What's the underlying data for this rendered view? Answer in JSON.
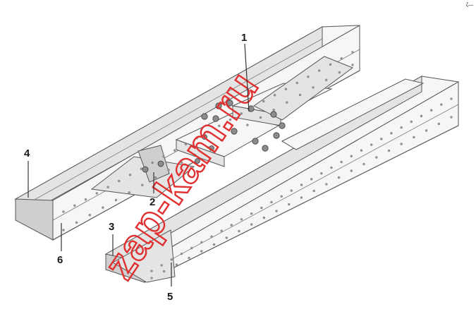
{
  "diagram": {
    "callouts": [
      {
        "id": "1",
        "text": "1"
      },
      {
        "id": "2",
        "text": "2"
      },
      {
        "id": "3",
        "text": "3"
      },
      {
        "id": "4",
        "text": "4"
      },
      {
        "id": "5",
        "text": "5"
      },
      {
        "id": "6",
        "text": "6"
      }
    ],
    "corner_mark": "ζ—",
    "watermark": {
      "text": "zap-kam.ru",
      "color": "#e03030"
    },
    "colors": {
      "line": "#555555",
      "face_light": "#f6f6f6",
      "face_mid": "#e4e4e4",
      "face_dark": "#cfcfcf"
    }
  }
}
